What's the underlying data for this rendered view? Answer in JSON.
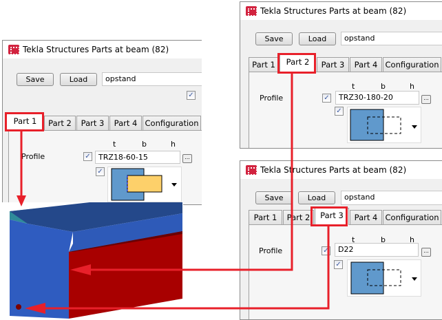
{
  "dialogs": [
    {
      "title": "Tekla Structures  Parts at beam (82)",
      "save": "Save",
      "load": "Load",
      "preset": "opstand",
      "tabs": [
        "Part 1",
        "Part 2",
        "Part 3",
        "Part 4",
        "Configuration"
      ],
      "selected_tab": "Part 1",
      "col_t": "t",
      "col_b": "b",
      "col_h": "h",
      "profile_label": "Profile",
      "profile_value": "TRZ18-60-15"
    },
    {
      "title": "Tekla Structures  Parts at beam (82)",
      "save": "Save",
      "load": "Load",
      "preset": "opstand",
      "tabs": [
        "Part 1",
        "Part 2",
        "Part 3",
        "Part 4",
        "Configuration"
      ],
      "selected_tab": "Part 2",
      "col_t": "t",
      "col_b": "b",
      "col_h": "h",
      "profile_label": "Profile",
      "profile_value": "TRZ30-180-20"
    },
    {
      "title": "Tekla Structures  Parts at beam (82)",
      "save": "Save",
      "load": "Load",
      "preset": "opstand",
      "tabs": [
        "Part 1",
        "Part 2",
        "Part 3",
        "Part 4",
        "Configuration"
      ],
      "selected_tab": "Part 3",
      "col_t": "t",
      "col_b": "b",
      "col_h": "h",
      "profile_label": "Profile",
      "profile_value": "D22"
    }
  ],
  "browse_label": "...",
  "colors": {
    "highlight": "#e8202a",
    "beam_blue": "#2f5cc0",
    "beam_red": "#a80000",
    "top_teal": "#2f8a9a",
    "profile_blue": "#6099cc",
    "profile_yellow": "#fdd06a"
  }
}
